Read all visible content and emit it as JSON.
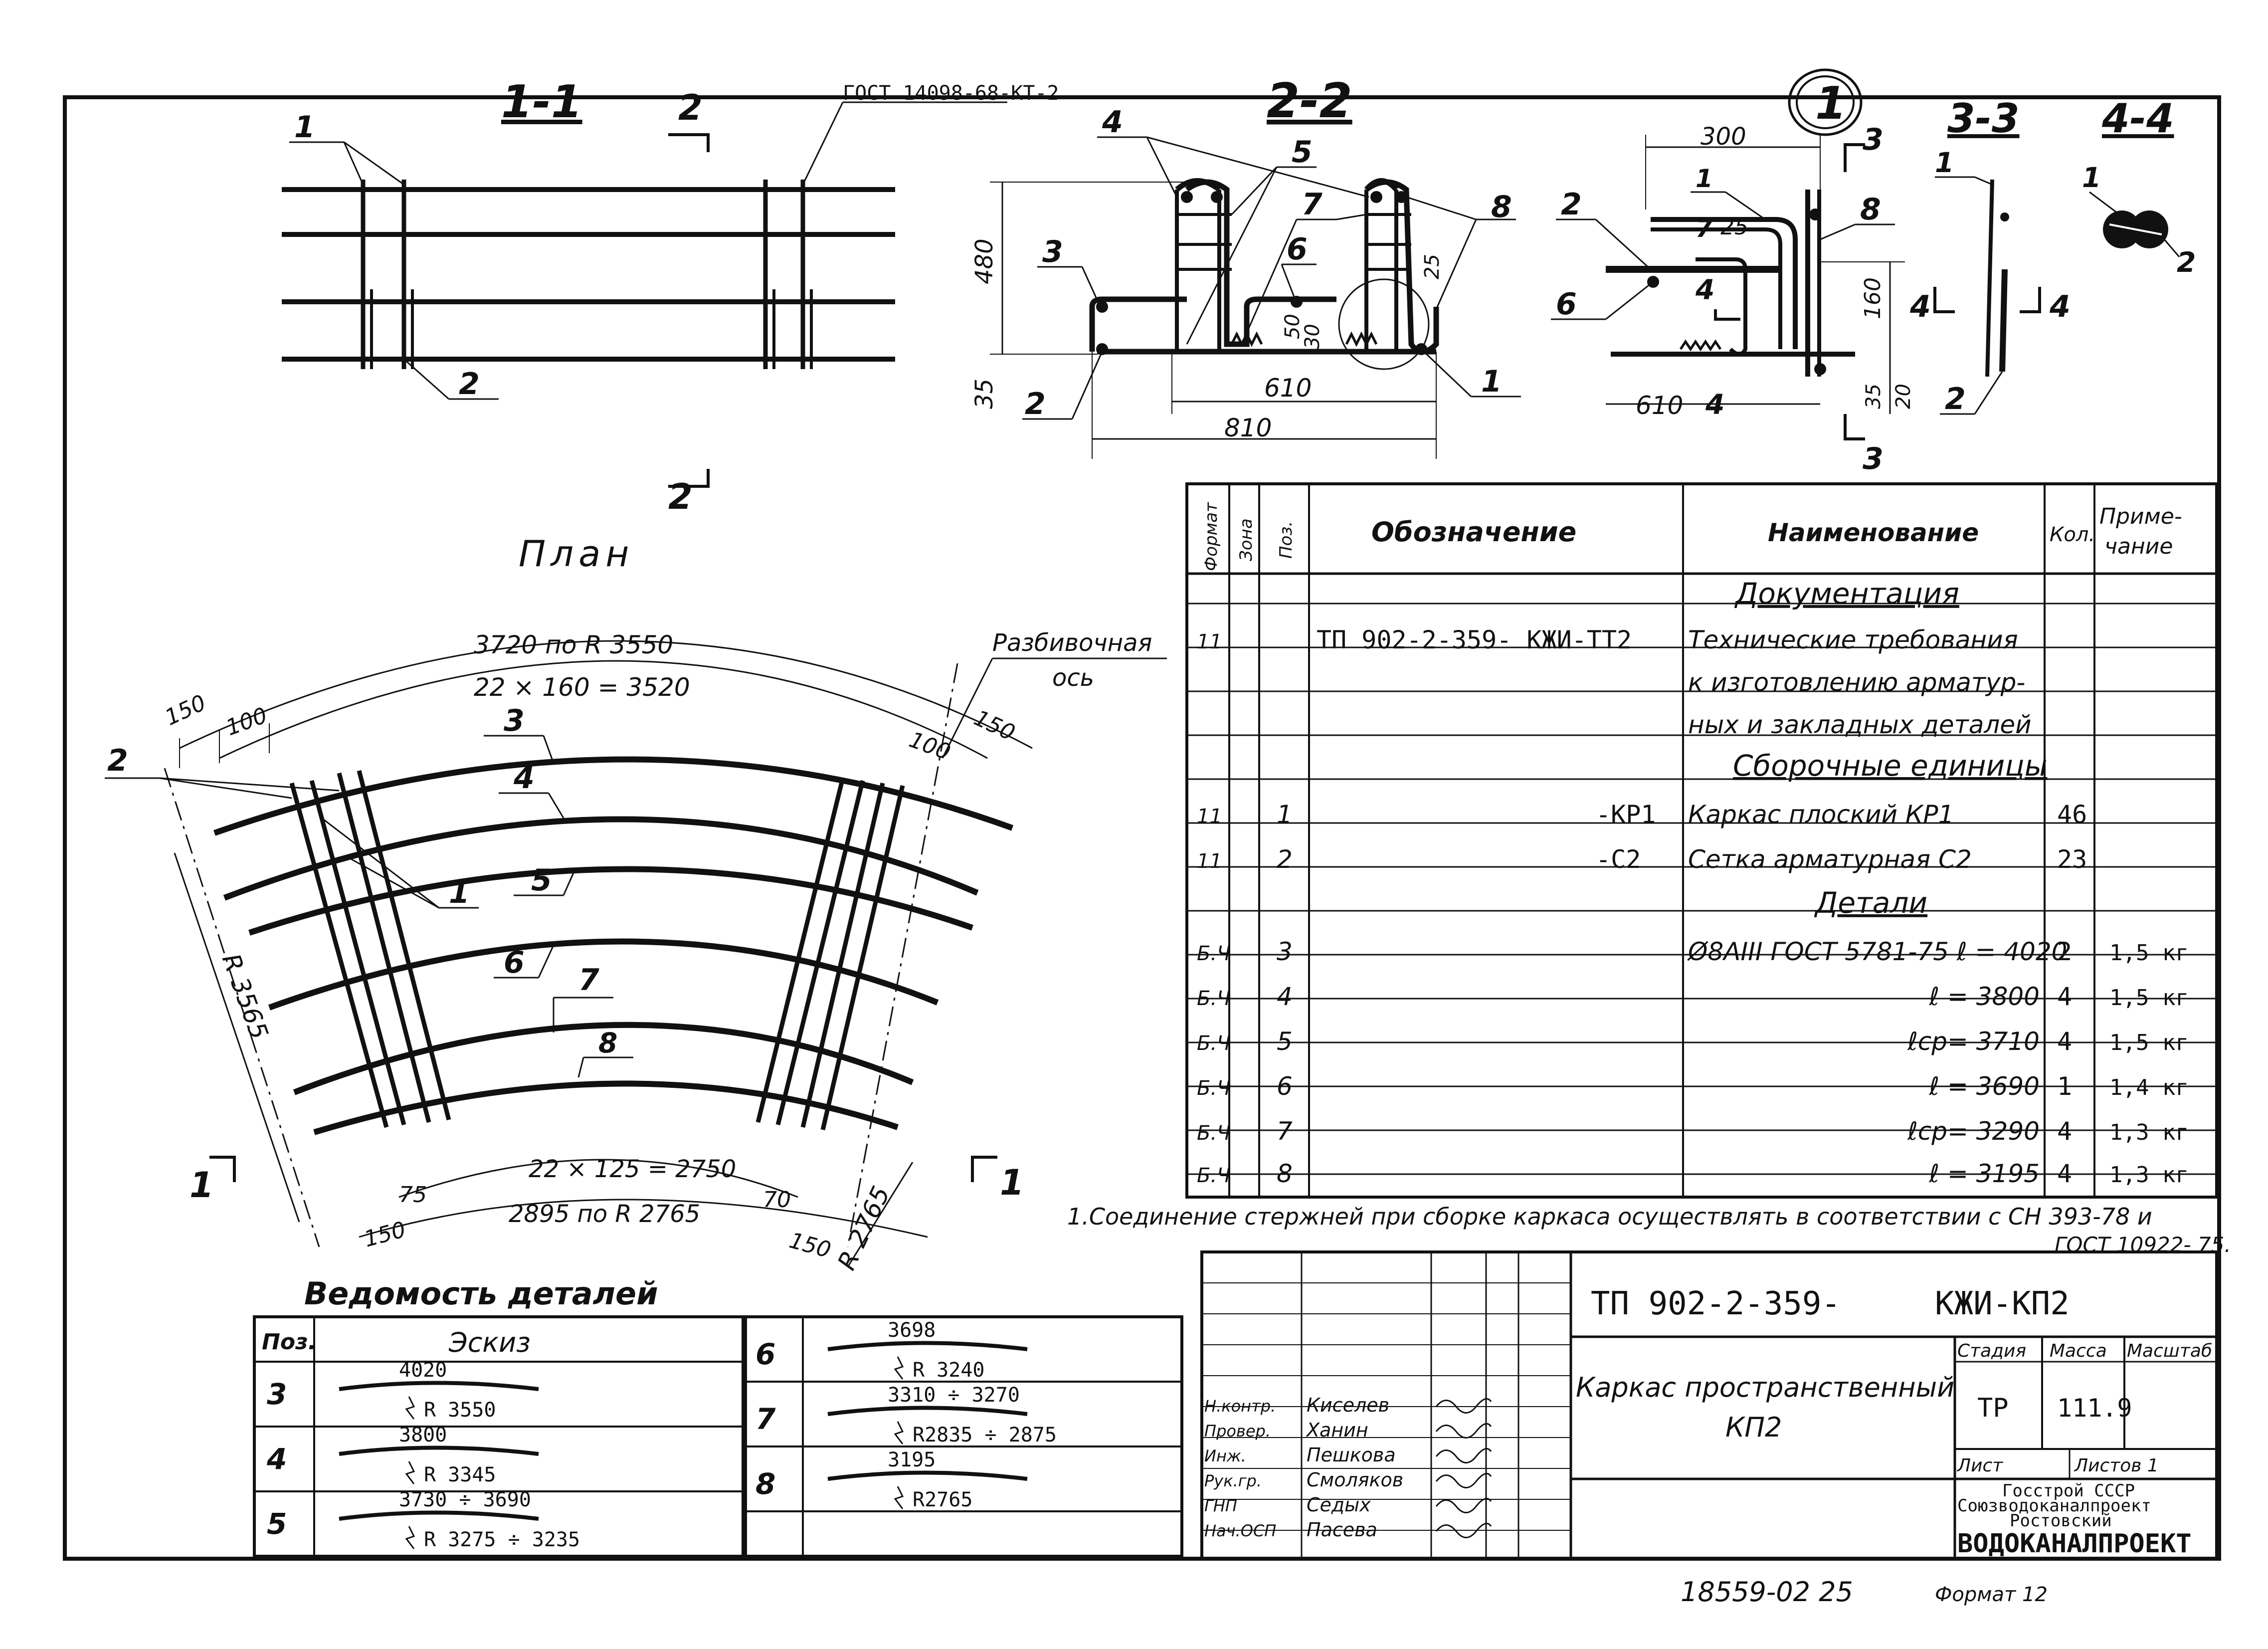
{
  "sections": {
    "s11": "1-1",
    "s22": "2-2",
    "s33": "3-3",
    "s44": "4-4",
    "plan": "План",
    "node": "1"
  },
  "section11": {
    "gost": "ГОСТ 14098-68-КТ-2",
    "callout1": "1",
    "callout2": "2",
    "marker": "2"
  },
  "section22": {
    "d480": "480",
    "d35": "35",
    "d610": "610",
    "d810": "810",
    "d50": "50",
    "d30": "30",
    "d25": "25",
    "c1": "1",
    "c2": "2",
    "c3": "3",
    "c4": "4",
    "c5": "5",
    "c6": "6",
    "c7": "7",
    "c8": "8"
  },
  "node1": {
    "d300": "300",
    "d25": "25",
    "d160": "160",
    "d610": "610",
    "d35": "35",
    "d20": "20",
    "c1": "1",
    "c2": "2",
    "c4": "4",
    "c6": "6",
    "c7": "7",
    "c8": "8",
    "m3": "3",
    "m4": "4"
  },
  "section33": {
    "c1": "1",
    "c2": "2"
  },
  "section44": {
    "c1": "1",
    "c2": "2"
  },
  "plan": {
    "arcTop": "3720 по R 3550",
    "arcTop2": "22 × 160 = 3520",
    "axis1": "Разбивочная",
    "axis2": "ось",
    "d150a": "150",
    "d100a": "100",
    "d150b": "150",
    "d100b": "100",
    "r3565": "R 3565",
    "r2765": "R 2765",
    "arcBot2": "22 × 125 = 2750",
    "arcBot": "2895 по R 2765",
    "d75": "75",
    "d70": "70",
    "d150c": "150",
    "d150d": "150",
    "c1": "1",
    "c2": "2",
    "c3": "3",
    "c4": "4",
    "c5": "5",
    "c6": "6",
    "c7": "7",
    "c8": "8",
    "cut1": "1"
  },
  "spec": {
    "headers": [
      "Формат",
      "Зона",
      "Поз.",
      "Обозначение",
      "Наименование",
      "Кол.",
      "Приме-\nчание"
    ],
    "sec_docs": "Документация",
    "sec_units": "Сборочные единицы",
    "sec_parts": "Детали",
    "rows": [
      {
        "fmt": "11",
        "zone": "",
        "pos": "",
        "oboz": "ТП 902-2-359-  КЖИ-ТТ2",
        "name": "Технические требования",
        "qty": "",
        "note": ""
      },
      {
        "fmt": "",
        "zone": "",
        "pos": "",
        "oboz": "",
        "name": "к изготовлению арматур-",
        "qty": "",
        "note": ""
      },
      {
        "fmt": "",
        "zone": "",
        "pos": "",
        "oboz": "",
        "name": "ных и закладных деталей",
        "qty": "",
        "note": ""
      },
      {
        "fmt": "11",
        "zone": "",
        "pos": "1",
        "oboz": "-КР1",
        "name": "Каркас плоский  КР1",
        "qty": "46",
        "note": ""
      },
      {
        "fmt": "11",
        "zone": "",
        "pos": "2",
        "oboz": "-С2",
        "name": "Сетка арматурная С2",
        "qty": "23",
        "note": ""
      },
      {
        "fmt": "Б.Ч",
        "zone": "",
        "pos": "3",
        "oboz": "",
        "name": "Ø8АIII ГОСТ 5781-75 ℓ = 4020",
        "qty": "2",
        "note": "1,5 кг"
      },
      {
        "fmt": "Б.Ч",
        "zone": "",
        "pos": "4",
        "oboz": "",
        "name": "ℓ = 3800",
        "qty": "4",
        "note": "1,5 кг"
      },
      {
        "fmt": "Б.Ч",
        "zone": "",
        "pos": "5",
        "oboz": "",
        "name": "ℓср= 3710",
        "qty": "4",
        "note": "1,5 кг"
      },
      {
        "fmt": "Б.Ч",
        "zone": "",
        "pos": "6",
        "oboz": "",
        "name": "ℓ = 3690",
        "qty": "1",
        "note": "1,4 кг"
      },
      {
        "fmt": "Б.Ч",
        "zone": "",
        "pos": "7",
        "oboz": "",
        "name": "ℓср= 3290",
        "qty": "4",
        "note": "1,3 кг"
      },
      {
        "fmt": "Б.Ч",
        "zone": "",
        "pos": "8",
        "oboz": "",
        "name": "ℓ = 3195",
        "qty": "4",
        "note": "1,3 кг"
      }
    ]
  },
  "note": {
    "line1": "1.Соединение стержней при сборке каркаса осуществлять в соответствии с СН 393-78 и",
    "line2": "ГОСТ 10922- 75."
  },
  "vedomost": {
    "title": "Ведомость деталей",
    "hpos": "Поз.",
    "hsketch": "Эскиз",
    "left": [
      {
        "pos": "3",
        "len": "4020",
        "rad": "R 3550"
      },
      {
        "pos": "4",
        "len": "3800",
        "rad": "R 3345"
      },
      {
        "pos": "5",
        "len": "3730 ÷ 3690",
        "rad": "R 3275 ÷ 3235"
      }
    ],
    "right": [
      {
        "pos": "6",
        "len": "3698",
        "rad": "R 3240"
      },
      {
        "pos": "7",
        "len": "3310 ÷ 3270",
        "rad": "R2835 ÷ 2875"
      },
      {
        "pos": "8",
        "len": "3195",
        "rad": "R2765"
      }
    ]
  },
  "titleblock": {
    "code": "ТП 902-2-359-",
    "code2": "КЖИ-КП2",
    "name1": "Каркас пространственный",
    "name2": "КП2",
    "stage_h": "Стадия",
    "mass_h": "Масса",
    "scale_h": "Масштаб",
    "stage": "ТР",
    "mass": "111.9",
    "sheet_h": "Лист",
    "sheets_h": "Листов 1",
    "org1": "Госстрой СССР",
    "org2": "Союзводоканалпроект",
    "org3": "Ростовский",
    "org4": "ВОДОКАНАЛПРОЕКТ",
    "people": [
      {
        "role": "Н.контр.",
        "name": "Киселев"
      },
      {
        "role": "Провер.",
        "name": "Ханин"
      },
      {
        "role": "Инж.",
        "name": "Пешкова"
      },
      {
        "role": "Рук.гр.",
        "name": "Смоляков"
      },
      {
        "role": "ГНП",
        "name": "Седых"
      },
      {
        "role": "Нач.ОСП",
        "name": "Пасева"
      }
    ]
  },
  "footer": {
    "number": "18559-02  25",
    "format": "Формат 12"
  }
}
